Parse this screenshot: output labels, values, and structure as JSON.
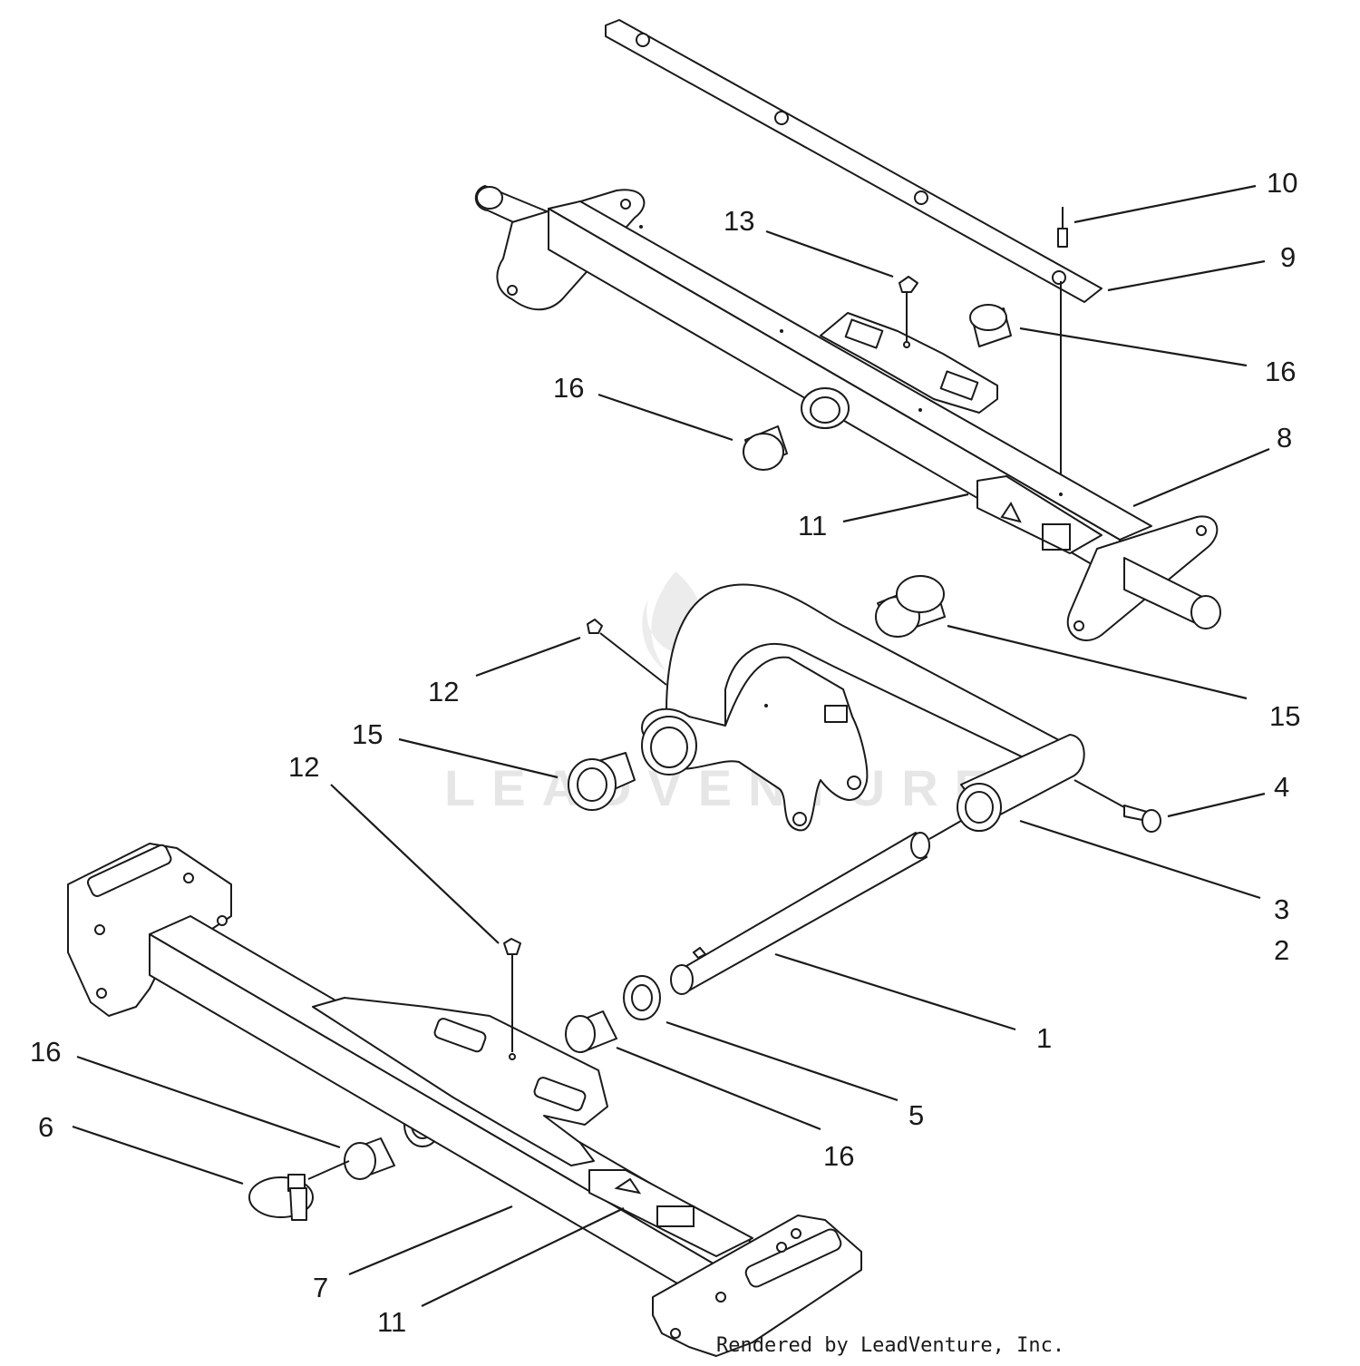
{
  "watermark": {
    "text": "LEADVENTURE"
  },
  "footer": {
    "text": "Rendered by LeadVenture, Inc."
  },
  "callouts": {
    "c10": "10",
    "c9": "9",
    "c13": "13",
    "c16a": "16",
    "c16b": "16",
    "c8": "8",
    "c11a": "11",
    "c15a": "15",
    "c12a": "12",
    "c15b": "15",
    "c4": "4",
    "c12b": "12",
    "c3": "3",
    "c2": "2",
    "c1": "1",
    "c16c": "16",
    "c5": "5",
    "c6": "6",
    "c16d": "16",
    "c7": "7",
    "c11b": "11"
  }
}
